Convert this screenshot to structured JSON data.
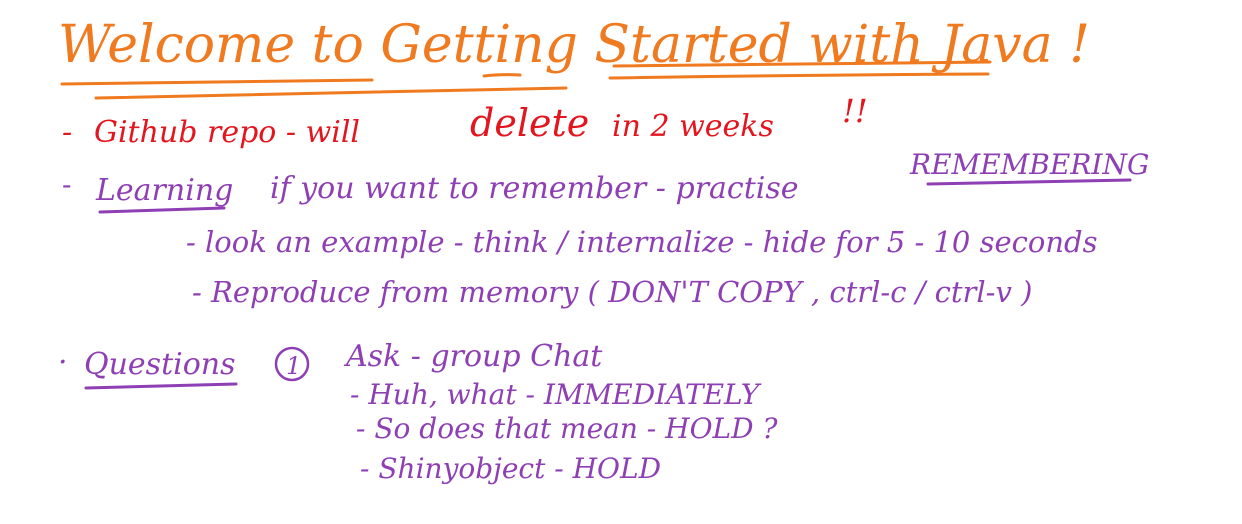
{
  "colors": {
    "title": "#f07a1f",
    "body": "#8e3fb4",
    "emphasis": "#e3161f",
    "underline_orange": "#f07a1f",
    "underline_purple": "#8e3fb4"
  },
  "title": "Welcome to Getting Started with Java !",
  "notes": {
    "github": {
      "bullet": "-",
      "text": "Github repo - will",
      "emph": "delete",
      "rest": "in 2 weeks",
      "bang": "!!"
    },
    "learning": {
      "bullet": "-",
      "label": "Learning",
      "text": "if you want to remember - practise",
      "emph": "REMEMBERING",
      "sub": [
        "- look an example - think / internalize - hide for 5 - 10 seconds",
        "- Reproduce from memory ( DON'T COPY , ctrl-c / ctrl-v )"
      ]
    },
    "questions": {
      "bullet": "·",
      "label": "Questions",
      "number": "1",
      "text": "Ask - group Chat",
      "sub": [
        "- Huh, what - IMMEDIATELY",
        "- So does that mean - HOLD ?",
        "- Shinyobject - HOLD"
      ]
    }
  }
}
